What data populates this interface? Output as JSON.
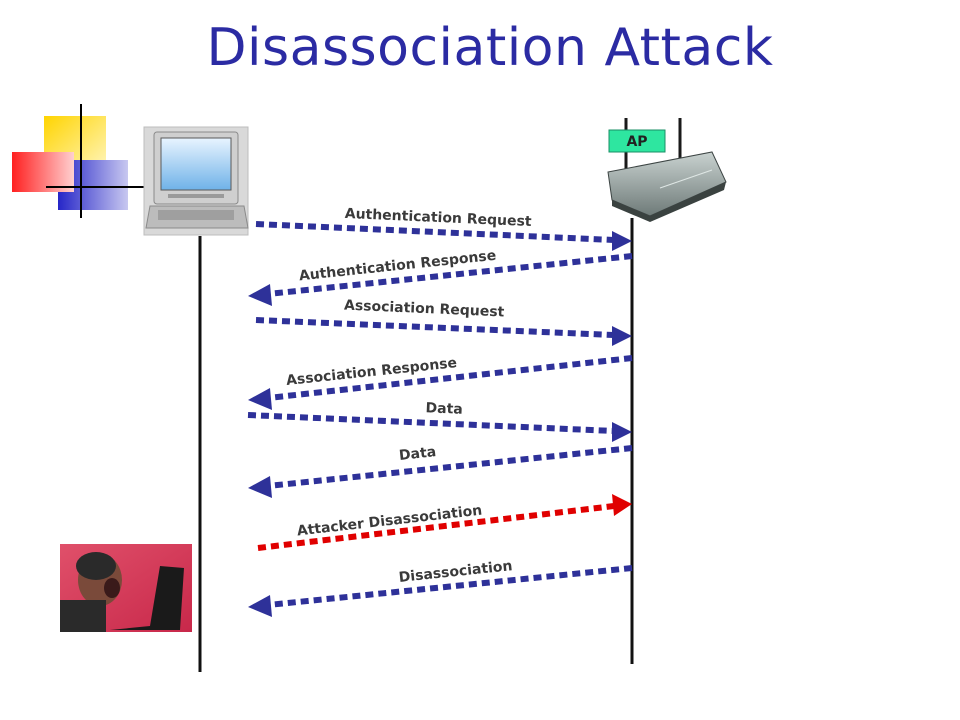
{
  "title": "Disassociation Attack",
  "ap_label": "AP",
  "colors": {
    "title": "#2b2ba3",
    "arrow": "#2e3199",
    "attack_arrow": "#e00000",
    "ap_tag": "#2ee6a0"
  },
  "messages": [
    {
      "label": "Authentication Request",
      "direction": "to-ap",
      "attacker": false
    },
    {
      "label": "Authentication Response",
      "direction": "to-client",
      "attacker": false
    },
    {
      "label": "Association Request",
      "direction": "to-ap",
      "attacker": false
    },
    {
      "label": "Association Response",
      "direction": "to-client",
      "attacker": false
    },
    {
      "label": "Data",
      "direction": "to-ap",
      "attacker": false
    },
    {
      "label": "Data",
      "direction": "to-client",
      "attacker": false
    },
    {
      "label": "Attacker Disassociation",
      "direction": "to-ap",
      "attacker": true
    },
    {
      "label": "Disassociation",
      "direction": "to-client",
      "attacker": false
    }
  ],
  "icons": {
    "client": "laptop-icon",
    "access_point": "router-icon",
    "attacker": "attacker-photo",
    "decoration": "squares-decoration"
  }
}
